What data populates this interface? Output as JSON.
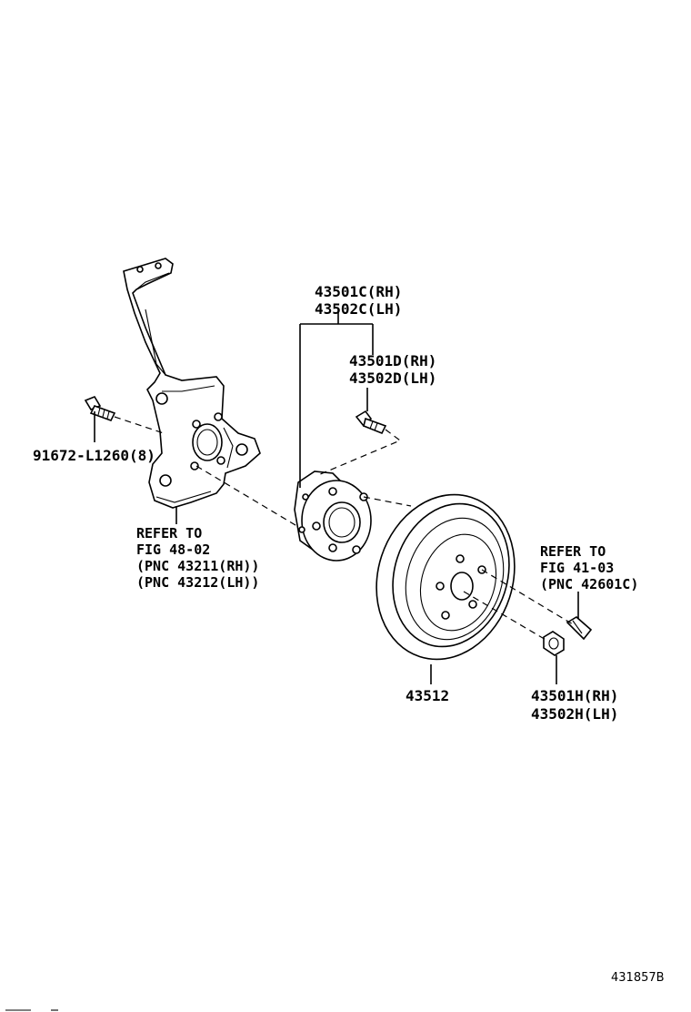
{
  "parts": {
    "hub_rh": "43501C(RH)",
    "hub_lh": "43502C(LH)",
    "bolt_rh": "43501D(RH)",
    "bolt_lh": "43502D(LH)",
    "knuckle_bolt": "91672-L1260(8)",
    "rotor": "43512",
    "nut_rh": "43501H(RH)",
    "nut_lh": "43502H(LH)"
  },
  "refs": {
    "knuckle": {
      "line1": "REFER TO",
      "line2": "FIG 48-02",
      "line3": "(PNC 43211(RH))",
      "line4": "(PNC 43212(LH))"
    },
    "wheel": {
      "line1": "REFER TO",
      "line2": "FIG 41-03",
      "line3": "(PNC 42601C)"
    }
  },
  "figure_number": "431857B"
}
